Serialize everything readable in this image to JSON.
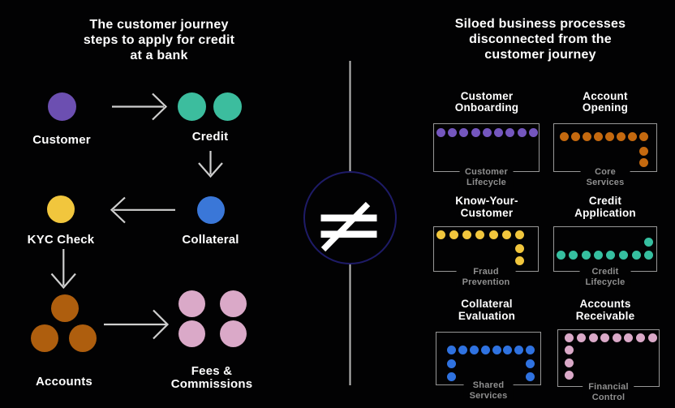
{
  "left_panel": {
    "title_lines": [
      "The customer journey",
      "steps to apply for credit",
      "at a bank"
    ],
    "nodes": {
      "customer": {
        "label": "Customer",
        "color": "#6C4FB1"
      },
      "credit": {
        "label": "Credit",
        "color": "#3CBD9E"
      },
      "collateral": {
        "label": "Collateral",
        "color": "#3A77D8"
      },
      "kyc": {
        "label": "KYC Check",
        "color": "#F1C63D"
      },
      "accounts": {
        "label": "Accounts",
        "color": "#AE5E0E"
      },
      "fees": {
        "label_lines": [
          "Fees &",
          "Commissions"
        ],
        "color": "#DAA9C8"
      }
    }
  },
  "divider": {
    "symbol": "≠",
    "ring_color": "#1E1B67"
  },
  "right_panel": {
    "title_lines": [
      "Siloed business processes",
      "disconnected from the",
      "customer journey"
    ],
    "boxes": {
      "customer_onboarding": {
        "title_lines": [
          "Customer",
          "Onboarding"
        ],
        "tag_lines": [
          "Customer",
          "Lifecycle"
        ],
        "dot_color": "#7456BE",
        "dot_count": 9,
        "pattern": "row"
      },
      "account_opening": {
        "title_lines": [
          "Account",
          "Opening"
        ],
        "tag_lines": [
          "Core",
          "Services"
        ],
        "dot_color": "#C4690F",
        "dot_count": 10,
        "pattern": "l-shape-down-right"
      },
      "know_your_customer": {
        "title_lines": [
          "Know-Your-",
          "Customer"
        ],
        "tag_lines": [
          "Fraud",
          "Prevention"
        ],
        "dot_color": "#F1C63D",
        "dot_count": 9,
        "pattern": "l-shape-down-right"
      },
      "credit_application": {
        "title_lines": [
          "Credit",
          "Application"
        ],
        "tag_lines": [
          "Credit",
          "Lifecycle"
        ],
        "dot_color": "#36BFA0",
        "dot_count": 9,
        "pattern": "row-with-raised-end"
      },
      "collateral_evaluation": {
        "title_lines": [
          "Collateral",
          "Evaluation"
        ],
        "tag_lines": [
          "Shared",
          "Services"
        ],
        "dot_color": "#2F72E0",
        "dot_count": 12,
        "pattern": "arch"
      },
      "accounts_receivable": {
        "title_lines": [
          "Accounts",
          "Receivable"
        ],
        "tag_lines": [
          "Financial",
          "Control"
        ],
        "dot_color": "#DAA9C8",
        "dot_count": 11,
        "pattern": "l-shape-down-left"
      }
    }
  }
}
